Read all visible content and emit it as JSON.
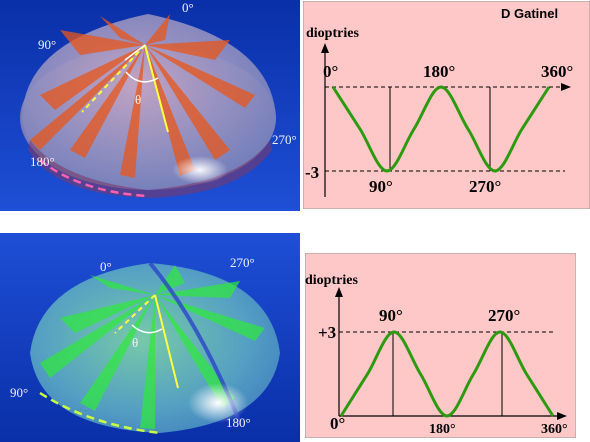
{
  "credit": "D Gatinel",
  "top": {
    "lens": {
      "labels": {
        "a0": "0°",
        "a90": "90°",
        "a180": "180°",
        "a270": "270°",
        "theta": "θ"
      }
    },
    "graph": {
      "ylabel": "dioptries",
      "ticks": {
        "x0": "0°",
        "x90": "90°",
        "x180": "180°",
        "x270": "270°",
        "x360": "360°",
        "ymin": "-3"
      }
    }
  },
  "bottom": {
    "lens": {
      "labels": {
        "a0": "0°",
        "a90": "90°",
        "a180": "180°",
        "a270": "270°",
        "theta": "θ"
      }
    },
    "graph": {
      "ylabel": "dioptries",
      "ticks": {
        "x0": "0°",
        "x90": "90°",
        "x180": "180°",
        "x270": "270°",
        "x360": "360°",
        "ymax": "+3"
      }
    }
  },
  "chart_data": [
    {
      "type": "line",
      "x": [
        0,
        45,
        90,
        135,
        180,
        225,
        270,
        315,
        360
      ],
      "y": [
        0,
        -1.5,
        -3,
        -1.5,
        0,
        -1.5,
        -3,
        -1.5,
        0
      ]
    },
    {
      "type": "line",
      "x": [
        0,
        45,
        90,
        135,
        180,
        225,
        270,
        315,
        360
      ],
      "y": [
        0,
        1.5,
        3,
        1.5,
        0,
        1.5,
        3,
        1.5,
        0
      ]
    }
  ]
}
